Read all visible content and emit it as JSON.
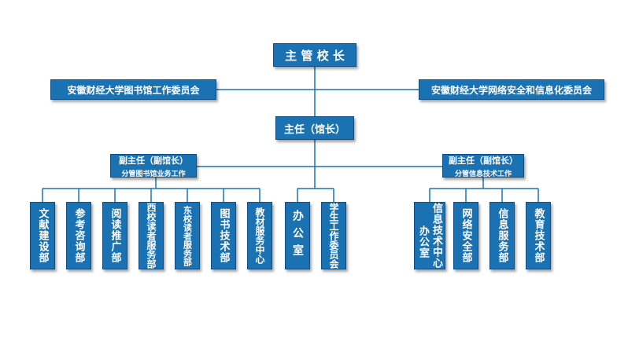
{
  "top": {
    "principal": "主 管 校 长"
  },
  "committees": {
    "left": "安徽财经大学图书馆工作委员会",
    "right": "安徽财经大学网络安全和信息化委员会"
  },
  "director": "主任（馆长）",
  "deputies": {
    "left": {
      "title": "副主任（副馆长）",
      "sub": "分管图书馆业务工作"
    },
    "right": {
      "title": "副主任（副馆长）",
      "sub": "分管信息技术工作"
    }
  },
  "departments_left": [
    "文献建设部",
    "参考咨询部",
    "阅读推广部",
    "西校读者服务部",
    "东校读者服务部",
    "图书技术部",
    "教材服务中心"
  ],
  "departments_center": [
    "办公室",
    "学生工作委员会"
  ],
  "departments_right": {
    "info_center": {
      "col1": "信息技术中心",
      "col2": "办公室"
    },
    "others": [
      "网络安全部",
      "信息服务部",
      "教育技术部"
    ]
  }
}
